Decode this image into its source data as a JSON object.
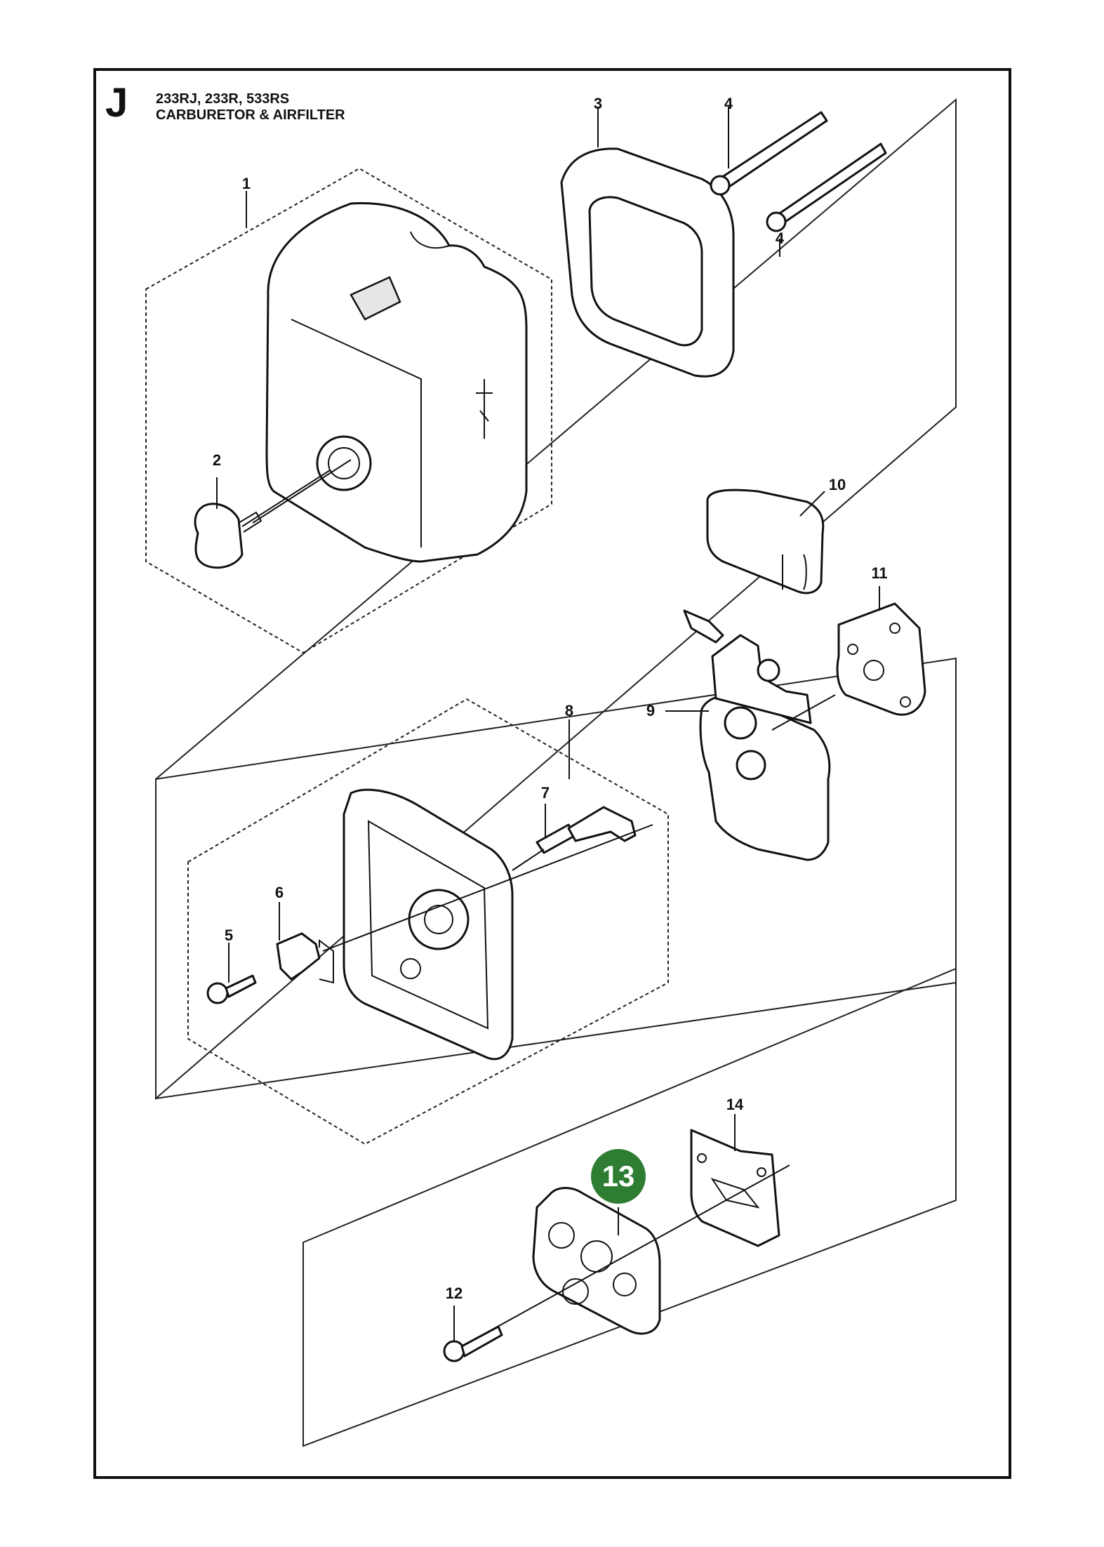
{
  "header": {
    "section_letter": "J",
    "models": "233RJ, 233R, 533RS",
    "title": "CARBURETOR & AIRFILTER"
  },
  "callouts": [
    {
      "id": "1",
      "label": "1"
    },
    {
      "id": "2",
      "label": "2"
    },
    {
      "id": "3",
      "label": "3"
    },
    {
      "id": "4a",
      "label": "4"
    },
    {
      "id": "4b",
      "label": "4"
    },
    {
      "id": "5",
      "label": "5"
    },
    {
      "id": "6",
      "label": "6"
    },
    {
      "id": "7",
      "label": "7"
    },
    {
      "id": "8",
      "label": "8"
    },
    {
      "id": "9",
      "label": "9"
    },
    {
      "id": "10",
      "label": "10"
    },
    {
      "id": "11",
      "label": "11"
    },
    {
      "id": "12",
      "label": "12"
    },
    {
      "id": "14",
      "label": "14"
    }
  ],
  "highlight": {
    "label": "13",
    "color": "#2e7d32"
  },
  "colors": {
    "line": "#111111",
    "highlight": "#2e7d32"
  }
}
